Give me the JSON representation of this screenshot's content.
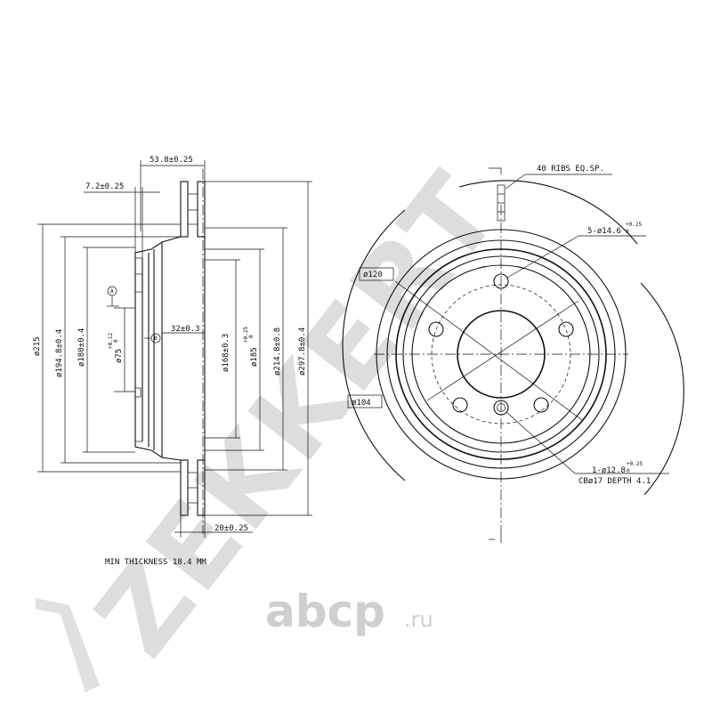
{
  "watermark": {
    "brand": "ZEKKERT",
    "site": "abcp",
    "site_suffix": ".ru"
  },
  "section_view": {
    "dims": {
      "hub_offset": "53.8±0.25",
      "hat_wall": "7.2±0.25",
      "inner_depth": "32±0.3",
      "disc_thickness": "20±0.25",
      "dia_215": "ø215",
      "dia_194": "ø194.8±0.4",
      "dia_180": "ø180±0.4",
      "dia_75": "ø75",
      "dia_75_tol": "+0.12",
      "dia_75_tol_low": "0",
      "dia_168": "ø168±0.3",
      "dia_185": "ø185",
      "dia_185_tol": "+0.25",
      "dia_185_tol_low": "0",
      "dia_214": "ø214.8±0.8",
      "dia_297": "ø297.8±0.4"
    },
    "markers": {
      "a": "A",
      "b": "B"
    },
    "min_thickness": "MIN THICKNESS 18.4 MM"
  },
  "front_view": {
    "ribs_note": "40 RIBS EQ.SP.",
    "bolt_holes": "5-ø14.6",
    "bolt_holes_tol": "+0.25",
    "bolt_holes_tol_low": "0",
    "pcd_120": "ø120",
    "pcd_104": "ø104",
    "pin_hole": "1-ø12.8",
    "pin_hole_tol": "+0.25",
    "pin_hole_tol_low": "0",
    "counterbore": "CBø17 DEPTH 4.1"
  }
}
